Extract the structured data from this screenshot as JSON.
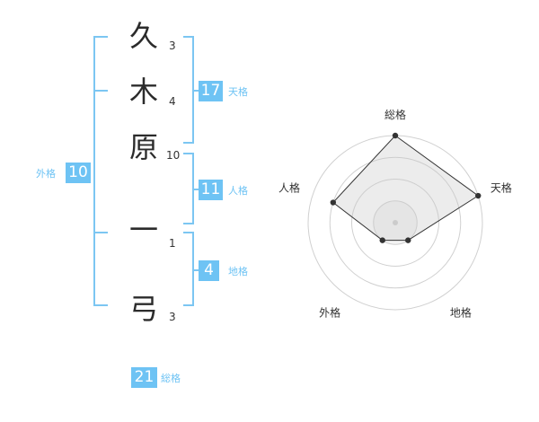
{
  "name": {
    "chars": [
      {
        "char": "久",
        "strokes": "3"
      },
      {
        "char": "木",
        "strokes": "4"
      },
      {
        "char": "原",
        "strokes": "10"
      },
      {
        "char": "一",
        "strokes": "1"
      },
      {
        "char": "弓",
        "strokes": "3"
      }
    ]
  },
  "fortune": {
    "tenkaku": {
      "value": "17",
      "label": "天格"
    },
    "jinkaku": {
      "value": "11",
      "label": "人格"
    },
    "chikaku": {
      "value": "4",
      "label": "地格"
    },
    "gaikaku": {
      "value": "10",
      "label": "外格"
    },
    "soukaku": {
      "value": "21",
      "label": "総格"
    }
  },
  "colors": {
    "accent": "#6ec3f4",
    "bracket": "#7cc6f2"
  },
  "chart_data": {
    "type": "radar",
    "axes": [
      "総格",
      "天格",
      "地格",
      "外格",
      "人格"
    ],
    "levels": 4,
    "values": [
      4,
      4,
      1,
      1,
      3
    ],
    "max": 4
  }
}
